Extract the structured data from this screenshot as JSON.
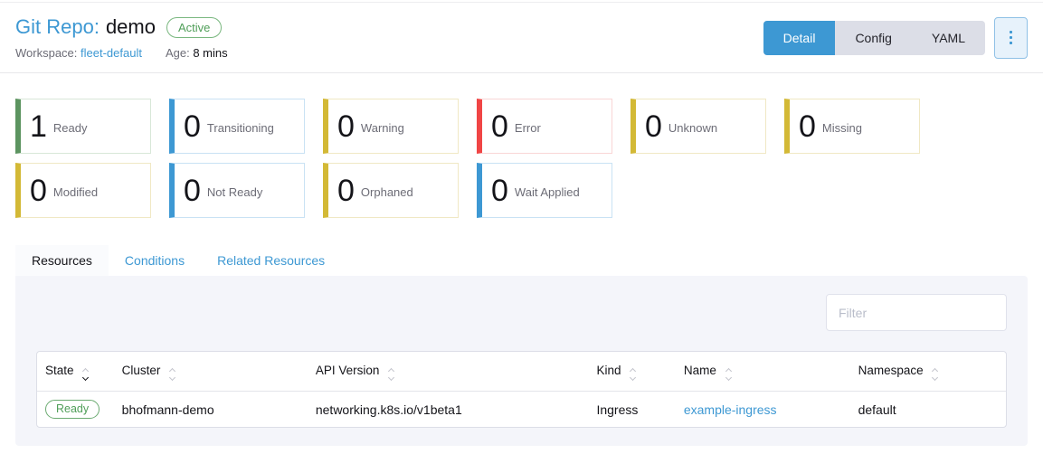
{
  "header": {
    "type_label": "Git Repo:",
    "name": "demo",
    "state_badge": "Active",
    "workspace_label": "Workspace:",
    "workspace_value": "fleet-default",
    "age_label": "Age:",
    "age_value": "8 mins",
    "view_tabs": [
      "Detail",
      "Config",
      "YAML"
    ],
    "actions_icon": "kebab-menu-icon"
  },
  "status_cards": [
    {
      "count": "1",
      "label": "Ready",
      "color": "#5c9460"
    },
    {
      "count": "0",
      "label": "Transitioning",
      "color": "#3d98d3"
    },
    {
      "count": "0",
      "label": "Warning",
      "color": "#d3b936"
    },
    {
      "count": "0",
      "label": "Error",
      "color": "#f04545"
    },
    {
      "count": "0",
      "label": "Unknown",
      "color": "#d3b936"
    },
    {
      "count": "0",
      "label": "Missing",
      "color": "#d3b936"
    },
    {
      "count": "0",
      "label": "Modified",
      "color": "#d3b936"
    },
    {
      "count": "0",
      "label": "Not Ready",
      "color": "#3d98d3"
    },
    {
      "count": "0",
      "label": "Orphaned",
      "color": "#d3b936"
    },
    {
      "count": "0",
      "label": "Wait Applied",
      "color": "#3d98d3"
    }
  ],
  "tabs": [
    "Resources",
    "Conditions",
    "Related Resources"
  ],
  "filter": {
    "placeholder": "Filter"
  },
  "table": {
    "columns": [
      "State",
      "Cluster",
      "API Version",
      "Kind",
      "Name",
      "Namespace"
    ],
    "rows": [
      {
        "state": "Ready",
        "cluster": "bhofmann-demo",
        "api_version": "networking.k8s.io/v1beta1",
        "kind": "Ingress",
        "name": "example-ingress",
        "namespace": "default"
      }
    ]
  },
  "colors": {
    "accent_blue": "#3d98d3",
    "success_green": "#5c9460",
    "warning_yellow": "#d3b936",
    "error_red": "#f04545",
    "panel_bg": "#f4f5fa",
    "muted_text": "#6c6c76",
    "border": "#dcdee7"
  }
}
